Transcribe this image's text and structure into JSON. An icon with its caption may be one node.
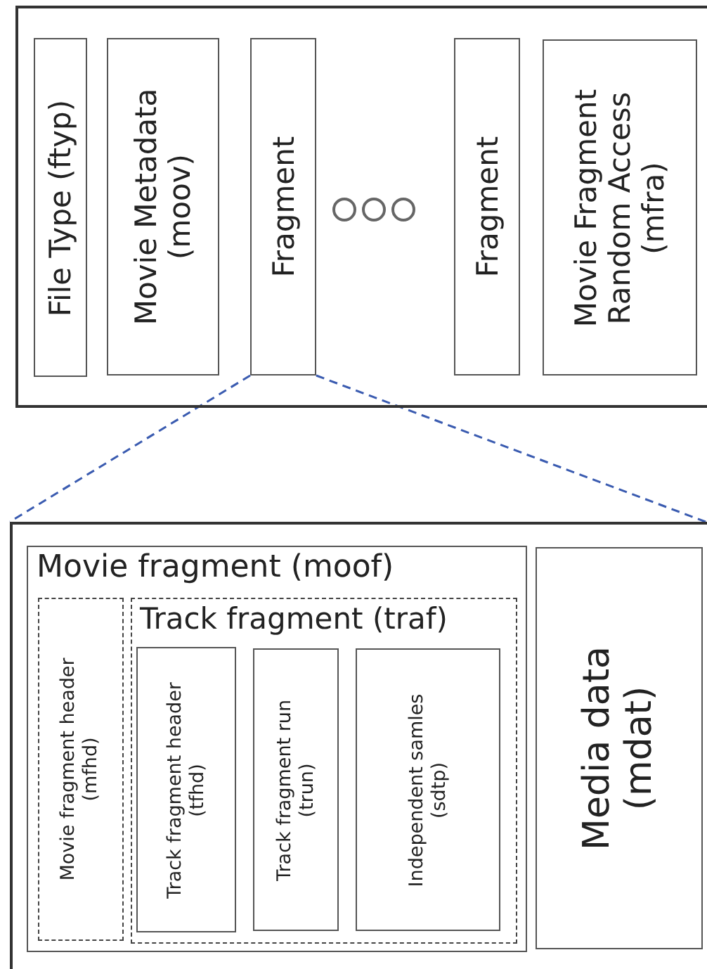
{
  "diagram": {
    "nodes": [
      {
        "text": [],
        "shape": "box"
      },
      {
        "text": [
          "File Type (ftyp)"
        ],
        "in": 0
      },
      {
        "text": [
          "Movie Metadata (moov)"
        ],
        "in": 0
      },
      {
        "text": [
          "Fragment"
        ],
        "in": 0
      },
      {
        "text": [
          "Fragment"
        ],
        "in": 0
      },
      {
        "text": [
          "Movie Fragment Random Access (mfra)"
        ],
        "in": 0
      },
      {
        "text": [],
        "shape": "box"
      },
      {
        "text": [
          "Movie fragment (moof)"
        ],
        "in": 6
      },
      {
        "text": [
          "Movie fragment header (mfhd)"
        ],
        "in": 7
      },
      {
        "text": [
          "Track fragment (traf)"
        ],
        "in": 7
      },
      {
        "text": [
          "Track fragment header (tfhd)"
        ],
        "in": 9
      },
      {
        "text": [
          "Track fragment run (trun)"
        ],
        "in": 9
      },
      {
        "text": [
          "Independent samles (sdtp)"
        ],
        "in": 9
      },
      {
        "text": [
          "Media data (mdat)"
        ],
        "in": 6
      }
    ],
    "edges": [
      {
        "from": 3,
        "to": 6,
        "arrow": "none",
        "style": "dashed"
      },
      {
        "from": 3,
        "to": 6,
        "arrow": "none",
        "style": "dashed"
      }
    ]
  }
}
